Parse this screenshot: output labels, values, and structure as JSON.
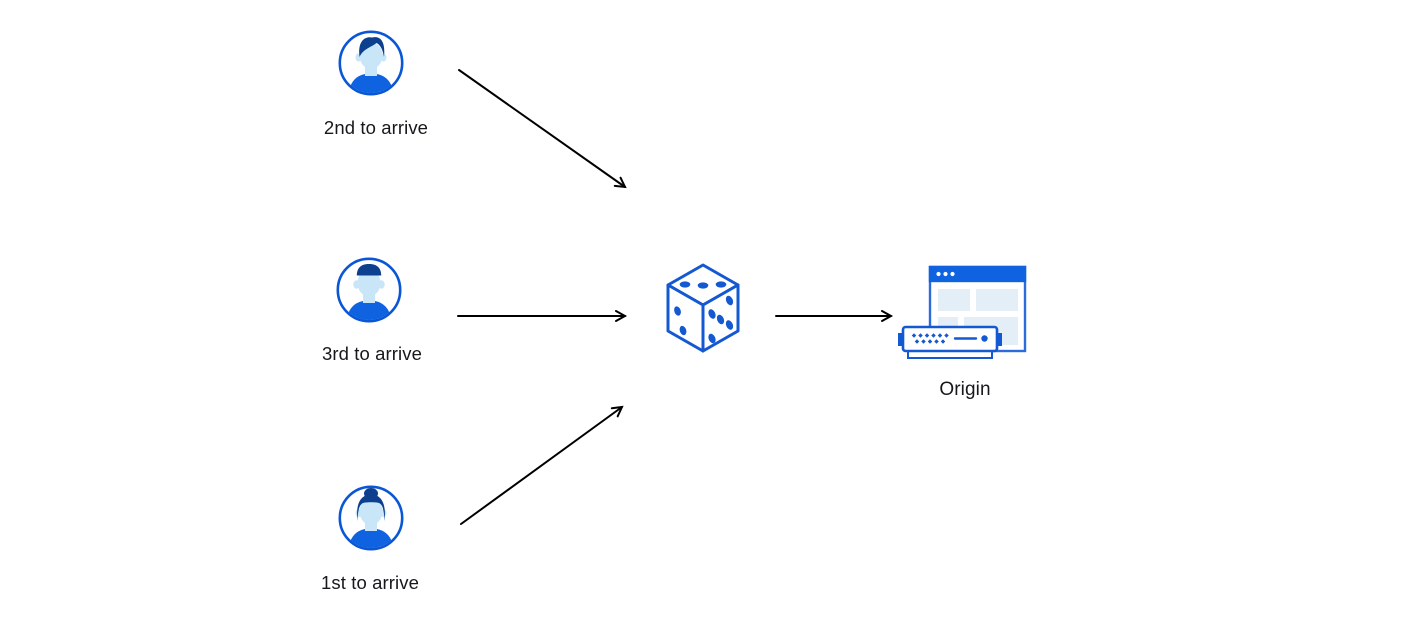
{
  "diagram": {
    "background_color": "#ffffff",
    "text_color": "#17171c",
    "arrow_color": "#000000",
    "icon_colors": {
      "outline_blue": "#1458d2",
      "window_bar_blue": "#1063e0",
      "shirt_blue": "#1063e0",
      "hair_navy": "#0d3f8f",
      "face_light_blue": "#c9e6f8",
      "pane_light_blue": "#e4eef7",
      "avatar_ring_blue": "#0a57d5"
    },
    "clients": [
      {
        "label": "2nd to arrive",
        "icon": "user-avatar-icon"
      },
      {
        "label": "3rd to arrive",
        "icon": "user-avatar-icon"
      },
      {
        "label": "1st to arrive",
        "icon": "user-avatar-icon"
      }
    ],
    "router": {
      "icon": "dice-icon"
    },
    "origin": {
      "label": "Origin",
      "icon": "origin-server-icon"
    }
  }
}
